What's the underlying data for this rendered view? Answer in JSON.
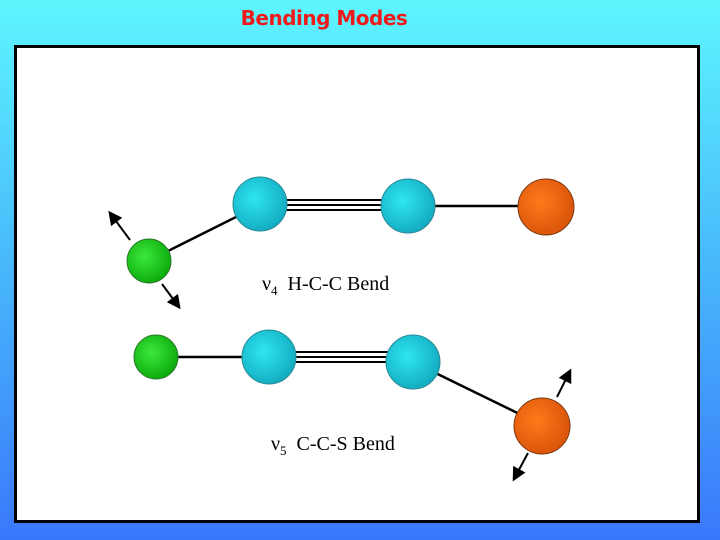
{
  "title": "Bending Modes",
  "colors": {
    "hydrogen": "#16c416",
    "carbon": "#19c6d8",
    "sulfur": "#f06410",
    "title": "#ee1a1a"
  },
  "modes": [
    {
      "symbol": "ν",
      "subscript": "4",
      "label": "H-C-C Bend"
    },
    {
      "symbol": "ν",
      "subscript": "5",
      "label": "C-C-S Bend"
    }
  ]
}
